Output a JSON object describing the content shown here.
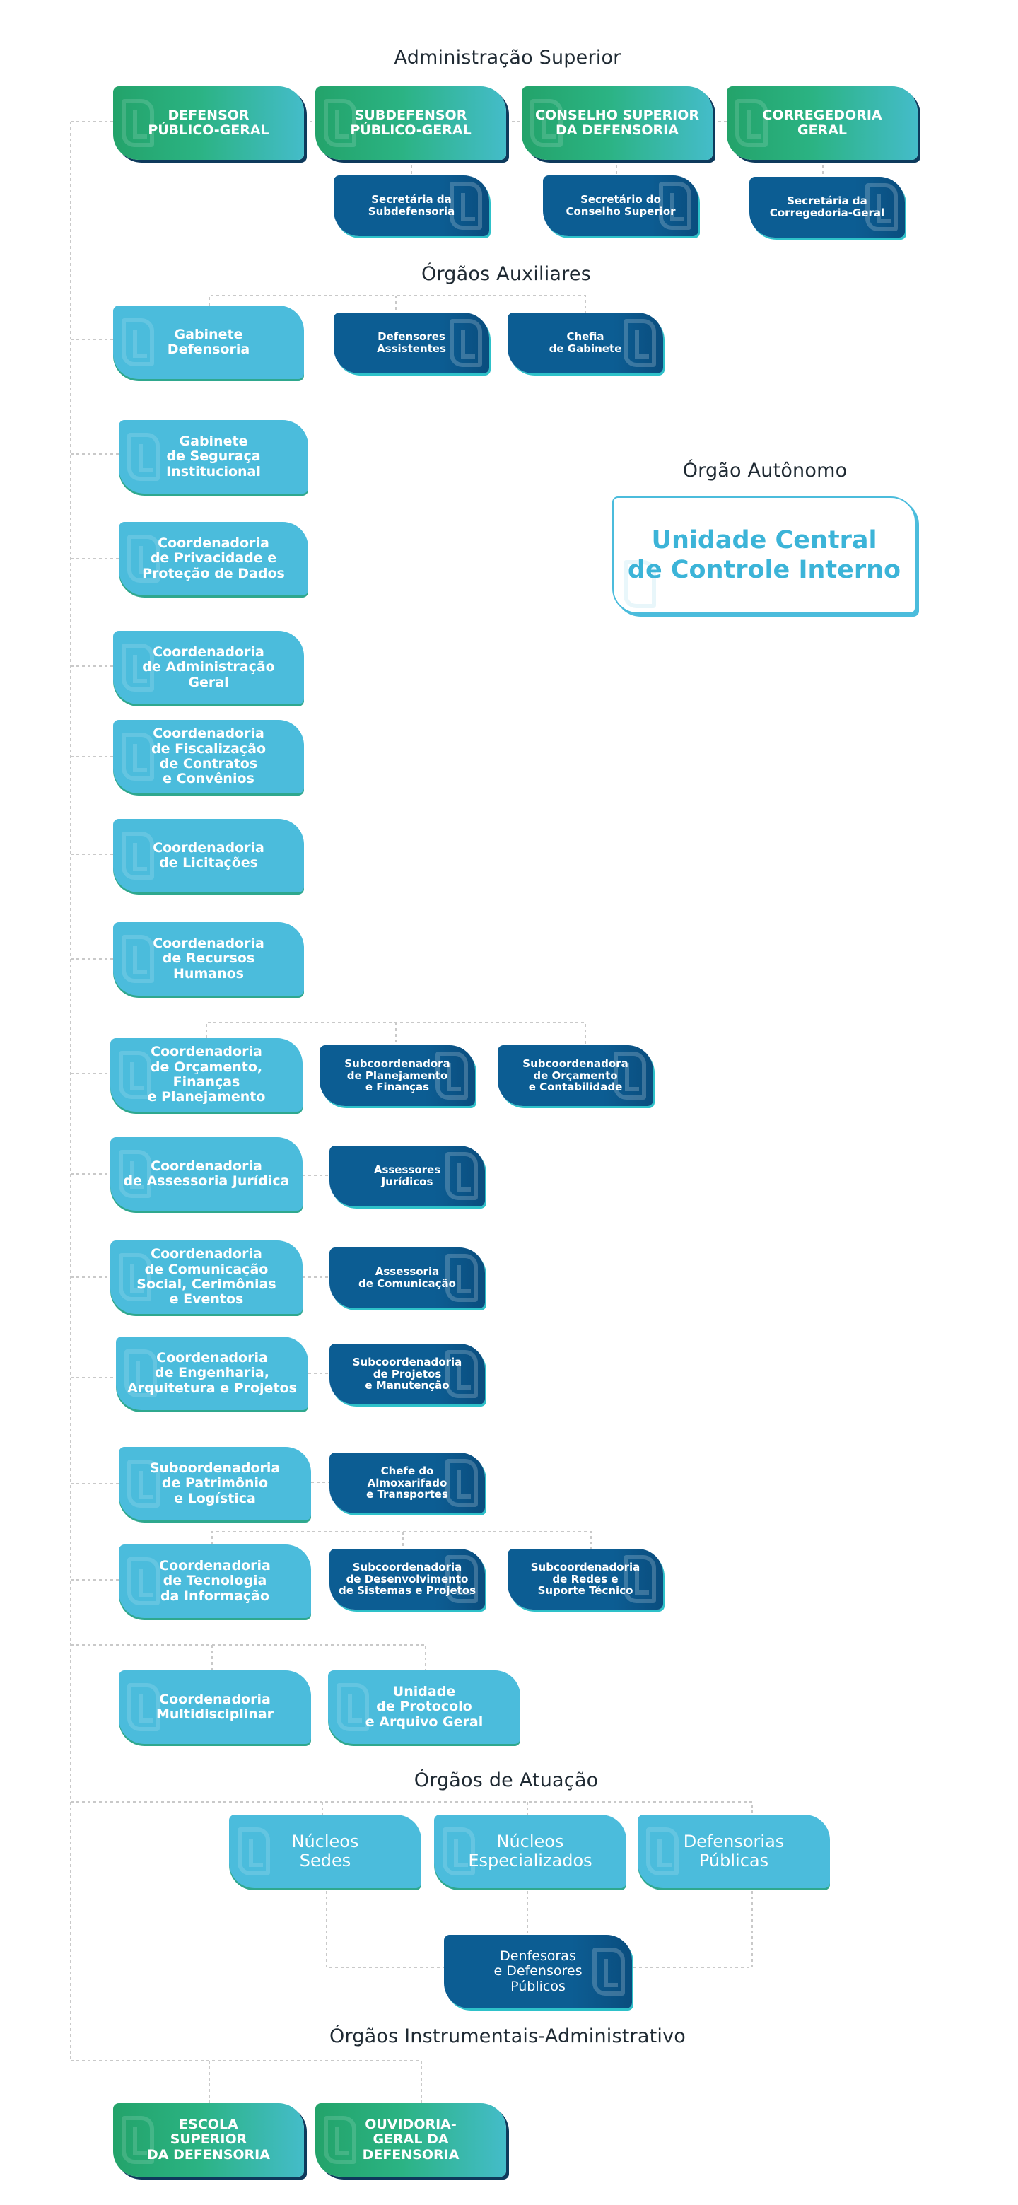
{
  "headings": {
    "admin_superior": "Administração Superior",
    "orgaos_auxiliares": "Órgãos Auxiliares",
    "orgao_autonomo": "Órgão Autônomo",
    "orgaos_atuacao": "Órgãos de Atuação",
    "orgaos_instrumentais": "Órgãos Instrumentais-Administrativo"
  },
  "nodes": {
    "defensor_publico_geral": "DEFENSOR\nPÚBLICO-GERAL",
    "subdefensor_publico_geral": "SUBDEFENSOR\nPÚBLICO-GERAL",
    "conselho_superior": "CONSELHO SUPERIOR\nDA DEFENSORIA",
    "corregedoria_geral": "CORREGEDORIA\nGERAL",
    "secretaria_subdefensoria": "Secretária da\nSubdefensoria",
    "secretaria_conselho": "Secretário do\nConselho Superior",
    "secretaria_corregedoria": "Secretária da\nCorregedoria-Geral",
    "gabinete_defensoria": "Gabinete\nDefensoria",
    "defensores_assistentes": "Defensores\nAssistentes",
    "chefia_gabinete": "Chefia\nde Gabinete",
    "gabinete_seguranca": "Gabinete\nde Seguraça\nInstitucional",
    "coord_privacidade": "Coordenadoria\nde Privacidade e\nProteção de Dados",
    "unidade_controle": "Unidade Central\nde Controle Interno",
    "coord_administracao": "Coordenadoria\nde Administração\nGeral",
    "coord_fiscalizacao": "Coordenadoria\nde Fiscalização\nde Contratos\ne Convênios",
    "coord_licitacoes": "Coordenadoria\nde Licitações",
    "coord_rh": "Coordenadoria\nde Recursos\nHumanos",
    "coord_orcamento": "Coordenadoria\nde Orçamento,\nFinanças\ne Planejamento",
    "sub_planejamento": "Subcoordenadora\nde Planejamento\ne Finanças",
    "sub_orcamento": "Subcoordenadora\nde Orçamento\ne Contabilidade",
    "coord_assessoria_juridica": "Coordenadoria\nde Assessoria Jurídica",
    "assessores_juridicos": "Assessores\nJurídicos",
    "coord_comunicacao": "Coordenadoria\nde Comunicação\nSocial, Cerimônias\ne Eventos",
    "assessoria_comunicacao": "Assessoria\nde Comunicação",
    "coord_engenharia": "Coordenadoria\nde Engenharia,\nArquitetura e Projetos",
    "sub_projetos": "Subcoordenadoria\nde Projetos\ne Manutenção",
    "sub_patrimonio": "Suboordenadoria\nde Patrimônio\ne Logística",
    "chefe_almoxarifado": "Chefe do\nAlmoxarifado\ne Transportes",
    "coord_ti": "Coordenadoria\nde Tecnologia\nda Informação",
    "sub_desenvolvimento": "Subcoordenadoria\nde Desenvolvimento\nde Sistemas e Projetos",
    "sub_redes": "Subcoordenadoria\nde Redes e\nSuporte Técnico",
    "coord_multidisciplinar": "Coordenadoria\nMultidisciplinar",
    "unidade_protocolo": "Unidade\nde Protocolo\ne Arquivo Geral",
    "nucleos_sedes": "Núcleos\nSedes",
    "nucleos_especializados": "Núcleos\nEspecializados",
    "defensorias_publicas": "Defensorias\nPúblicas",
    "defensores_publicos": "Denfesoras\ne Defensores\nPúblicos",
    "escola_superior": "ESCOLA\nSUPERIOR\nDA DEFENSORIA",
    "ouvidoria_geral": "OUVIDORIA-\nGERAL DA\nDEFENSORIA"
  },
  "colors": {
    "green_start": "#23a36a",
    "light_blue": "#4bbcdc",
    "dark_blue": "#0c5d93",
    "connector": "#c9c9c9",
    "heading_text": "#1f2a33"
  }
}
